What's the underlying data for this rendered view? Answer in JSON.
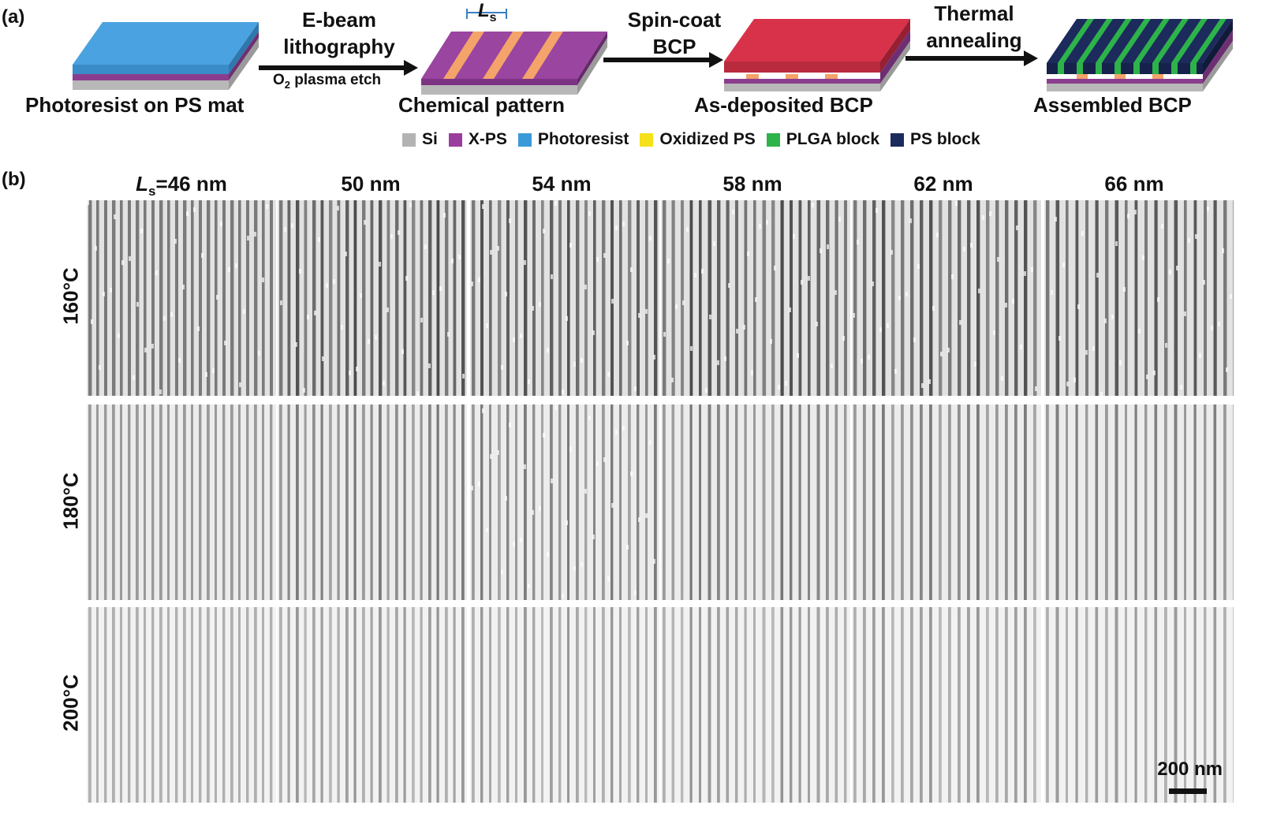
{
  "panel_a": {
    "label": "(a)",
    "steps": [
      {
        "caption": "Photoresist on PS mat"
      },
      {
        "caption": "Chemical pattern"
      },
      {
        "caption": "As-deposited BCP"
      },
      {
        "caption": "Assembled BCP"
      }
    ],
    "ls_mark": "L",
    "ls_sub": "s",
    "arrows": [
      {
        "line1": "E-beam",
        "line2": "lithography",
        "sub_prefix": "O",
        "sub_index": "2",
        "sub_suffix": " plasma etch"
      },
      {
        "line1": "Spin-coat",
        "line2": "BCP"
      },
      {
        "line1": "Thermal",
        "line2": "annealing"
      }
    ],
    "legend": [
      {
        "label": "Si",
        "color": "#b3b3b3"
      },
      {
        "label": "X-PS",
        "color": "#9a3d9e"
      },
      {
        "label": "Photoresist",
        "color": "#3a9ad9"
      },
      {
        "label": "Oxidized PS",
        "color": "#f5e11a"
      },
      {
        "label": "PLGA block",
        "color": "#2db34a"
      },
      {
        "label": "PS block",
        "color": "#1c2a5c"
      }
    ]
  },
  "panel_b": {
    "label": "(b)",
    "first_col_prefix": "L",
    "first_col_sub": "s",
    "columns": [
      "=46 nm",
      "50 nm",
      "54 nm",
      "58 nm",
      "62 nm",
      "66 nm"
    ],
    "rows": [
      "160°C",
      "180°C",
      "200°C"
    ],
    "scale_bar": "200 nm"
  }
}
